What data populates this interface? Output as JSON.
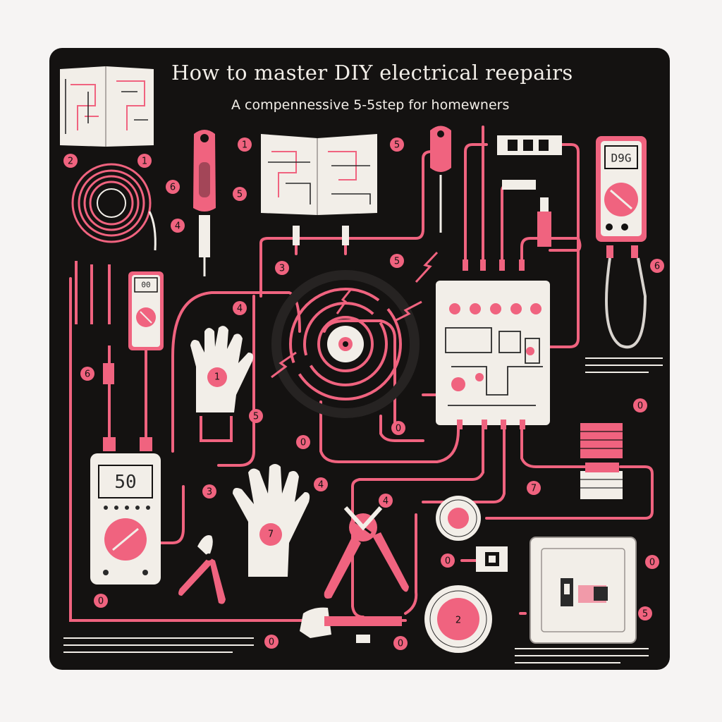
{
  "header": {
    "title": "How to master DIY electrical reepairs",
    "subtitle": "A compennessive 5-5step for homewners"
  },
  "colors": {
    "background": "#f6f4f3",
    "panel": "#141211",
    "accent_pink": "#f0637f",
    "cream": "#f2eee8"
  },
  "step_markers": [
    {
      "id": "m1",
      "label": "2"
    },
    {
      "id": "m2",
      "label": "1"
    },
    {
      "id": "m3",
      "label": "6"
    },
    {
      "id": "m4",
      "label": "4"
    },
    {
      "id": "m5",
      "label": "1"
    },
    {
      "id": "m6",
      "label": "5"
    },
    {
      "id": "m7",
      "label": "5"
    },
    {
      "id": "m8",
      "label": "3"
    },
    {
      "id": "m9",
      "label": "4"
    },
    {
      "id": "m10",
      "label": "5"
    },
    {
      "id": "m11",
      "label": "5"
    },
    {
      "id": "m12",
      "label": "6"
    },
    {
      "id": "m13",
      "label": "6"
    },
    {
      "id": "m14",
      "label": "0"
    },
    {
      "id": "m15",
      "label": "0"
    },
    {
      "id": "m16",
      "label": "0"
    },
    {
      "id": "m17",
      "label": "3"
    },
    {
      "id": "m18",
      "label": "4"
    },
    {
      "id": "m19",
      "label": "4"
    },
    {
      "id": "m20",
      "label": "7"
    },
    {
      "id": "m21",
      "label": "0"
    },
    {
      "id": "m22",
      "label": "0"
    },
    {
      "id": "m23",
      "label": "0"
    },
    {
      "id": "m24",
      "label": "0"
    },
    {
      "id": "m25",
      "label": "0"
    },
    {
      "id": "m26",
      "label": "5"
    }
  ],
  "meters": {
    "top_right_readout": "D9G",
    "small_left_readout": "00",
    "bottom_left_readout": "50"
  },
  "glove_labels": {
    "small_glove": "1",
    "large_glove": "7"
  },
  "tape_label": "2",
  "icons": [
    "manual-icon",
    "wire-coil-icon",
    "screwdriver-icon",
    "multimeter-icon",
    "glove-icon",
    "circuit-panel-icon",
    "pliers-icon",
    "wire-stripper-icon",
    "hammer-icon",
    "tape-roll-icon",
    "outlet-box-icon",
    "spool-icon",
    "spark-icon"
  ]
}
